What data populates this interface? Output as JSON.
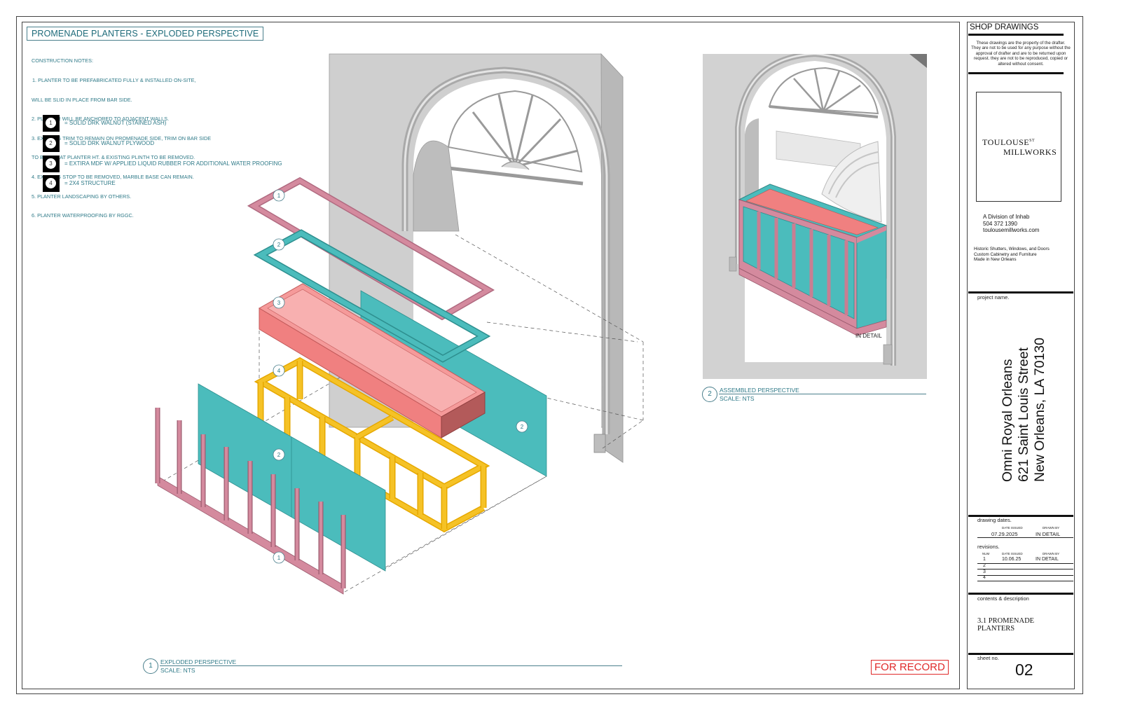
{
  "sheet": {
    "title": "PROMENADE PLANTERS - EXPLODED PERSPECTIVE",
    "notes_heading": "CONSTRUCTION NOTES:",
    "notes": [
      "1. PLANTER TO BE PREFABRICATED FULLY & INSTALLED ON-SITE,",
      "WILL BE SLID IN PLACE FROM BAR SIDE.",
      "2. PLANTER WILL BE ANCHORED TO ADJACENT WALLS.",
      "3. EXISTING TRIM TO REMAIN ON PROMENADE SIDE, TRIM ON BAR SIDE",
      "TO BE CUT AT PLANTER HT. & EXISTING PLINTH TO BE REMOVED.",
      "4. EXISTING STOP TO BE REMOVED, MARBLE BASE CAN REMAIN.",
      "5. PLANTER LANDSCAPING BY OTHERS.",
      "6. PLANTER WATERPROOFING BY RGGC."
    ],
    "legend": [
      {
        "num": "1",
        "text": "= SOLID DRK WALNUT (STAINED ASH)"
      },
      {
        "num": "2",
        "text": "= SOLID DRK WALNUT PLYWOOD"
      },
      {
        "num": "3",
        "text": "= EXTIRA MDF W/ APPLIED LIQUID RUBBER FOR ADDITIONAL WATER PROOFING"
      },
      {
        "num": "4",
        "text": "= 2X4 STRUCTURE"
      }
    ],
    "view1": {
      "num": "1",
      "title": "EXPLODED PERSPECTIVE",
      "scale": "SCALE: NTS"
    },
    "view2": {
      "num": "2",
      "title": "ASSEMBLED PERSPECTIVE",
      "scale": "SCALE: NTS"
    },
    "in_detail_label": "IN DETAIL",
    "stamp": "FOR RECORD",
    "callouts": {
      "c1": "1",
      "c2": "2",
      "c3": "3",
      "c4": "4"
    },
    "colors": {
      "pink": "#d48a9e",
      "teal": "#4bbcbc",
      "salmon": "#f08080",
      "yellow": "#f5c226",
      "wall": "#c9c9c9"
    }
  },
  "title_block": {
    "heading": "SHOP DRAWINGS",
    "disclaimer": [
      "These drawings are the property of the drafter.",
      "They are not to be used for any purpose without the",
      "approval of drafter and are to be returned upon",
      "request. they are not to be reproduced, copied or",
      "altered without consent."
    ],
    "logo_line1": "TOULOUSE",
    "logo_sup": "ST",
    "logo_line2": "MILLWORKS",
    "company": [
      "A Division of Inhab",
      "504 372 1390",
      "toulousemillworks.com"
    ],
    "services": [
      "Historic Shutters, Windows, and Doors",
      "Custom Cabinetry and Furniture",
      "Made in New Orleans"
    ],
    "project_label": "project name.",
    "project_lines": [
      "Omni Royal Orleans",
      "621 Saint Louis Street",
      "New Orleans, LA 70130"
    ],
    "dates_label": "drawing dates.",
    "date_issued_hdr": "DATE ISSUED",
    "drawn_by_hdr": "DRAWN BY",
    "date_issued": "07.29.2025",
    "drawn_by": "IN DETAIL",
    "revisions_label": "revisions.",
    "rev_num_hdr": "NUM",
    "rev_date_hdr": "DATE ISSUED",
    "rev_drawn_hdr": "DRAWN BY",
    "revisions": [
      {
        "num": "1",
        "date": "10.06.25",
        "by": "IN DETAIL"
      },
      {
        "num": "2",
        "date": "",
        "by": ""
      },
      {
        "num": "3",
        "date": "",
        "by": ""
      },
      {
        "num": "4",
        "date": "",
        "by": ""
      }
    ],
    "contents_label": "contents & description",
    "contents_line1": "3.1 PROMENADE",
    "contents_line2": "PLANTERS",
    "sheet_label": "sheet no.",
    "sheet_no": "02"
  }
}
